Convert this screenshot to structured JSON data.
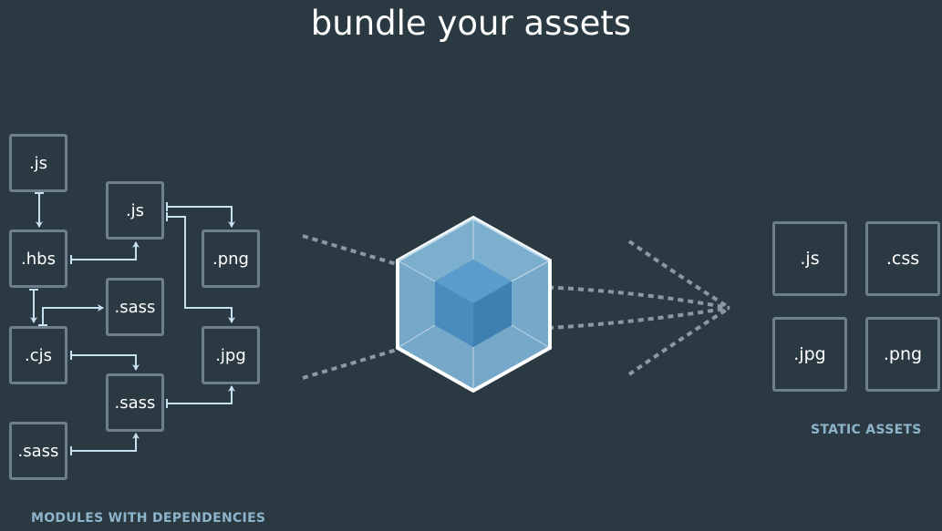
{
  "title": "bundle your assets",
  "modules": {
    "caption": "MODULES WITH DEPENDENCIES",
    "items": [
      ".js",
      ".hbs",
      ".cjs",
      ".sass",
      ".js",
      ".sass",
      ".sass",
      ".png",
      ".jpg"
    ]
  },
  "static_assets": {
    "caption": "STATIC ASSETS",
    "items": [
      ".js",
      ".css",
      ".jpg",
      ".png"
    ]
  },
  "colors": {
    "background": "#2b3a42",
    "box_border": "#6d808b",
    "arrow": "#c6e2f0",
    "dashes": "#8a9aa3",
    "caption": "#8eb4cb",
    "cube_outer": "#8ed6fb",
    "cube_inner": "#1c78c0"
  }
}
